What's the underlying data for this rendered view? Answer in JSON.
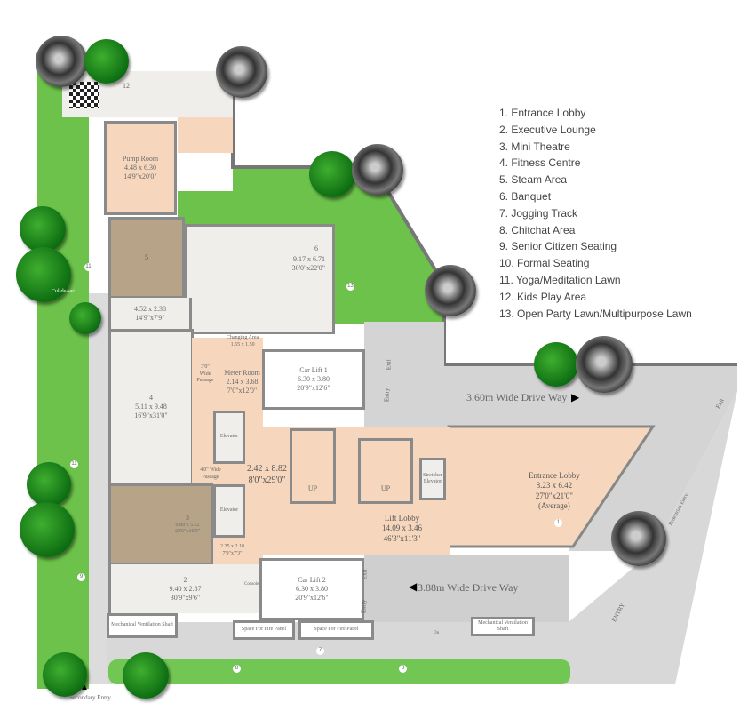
{
  "legend": [
    "1.  Entrance Lobby",
    "2.  Executive Lounge",
    "3.  Mini Theatre",
    "4.  Fitness Centre",
    "5.  Steam Area",
    "6.  Banquet",
    "7.  Jogging Track",
    "8.  Chitchat Area",
    "9.  Senior Citizen Seating",
    "10. Formal Seating",
    "11. Yoga/Meditation Lawn",
    "12. Kids Play Area",
    "13. Open Party Lawn/Multipurpose Lawn"
  ],
  "rooms": {
    "pump_room": {
      "name": "Pump Room",
      "metric": "4.48 x 6.30",
      "imperial": "14'9\"x20'0\""
    },
    "banquet": {
      "num": "6",
      "metric": "9.17 x 6.71",
      "imperial": "30'0\"x22'0\""
    },
    "steam": {
      "num": "5"
    },
    "passage_area": {
      "metric": "4.52 x 2.38",
      "imperial": "14'9\"x7'9\""
    },
    "fitness": {
      "num": "4",
      "metric": "5.11 x 9.48",
      "imperial": "16'9\"x31'0\""
    },
    "changing": {
      "name": "Changing Area",
      "metric": "1.55 x 1.50"
    },
    "meter_room": {
      "name": "Meter Room",
      "metric": "2.14 x 3.68",
      "imperial": "7'0\"x12'0\""
    },
    "car_lift_1": {
      "name": "Car Lift 1",
      "metric": "6.30 x 3.80",
      "imperial": "20'9\"x12'6\""
    },
    "passage": {
      "metric": "2.42 x 8.82",
      "imperial": "8'0\"x29'0\"",
      "wide_passage_1": "4'0\" Wide Passage",
      "wide_passage_2": "3'0\" Wide Passage"
    },
    "elevator": "Elevator",
    "stretcher": "Stretcher Elevator",
    "up": "UP",
    "lift_lobby": {
      "name": "Lift Lobby",
      "metric": "14.09 x 3.46",
      "imperial": "46'3\"x11'3\""
    },
    "entrance_lobby": {
      "name": "Entrance Lobby",
      "metric": "8.23 x 6.42",
      "imperial": "27'0\"x21'0\"",
      "note": "(Average)",
      "num": "1"
    },
    "mini_theatre": {
      "num": "3",
      "metric": "6.89 x 5.12",
      "imperial": "22'6\"x16'9\""
    },
    "small_room": {
      "metric": "2.35 x 2.18",
      "imperial": "7'9\"x7'3\""
    },
    "exec_lounge": {
      "num": "2",
      "metric": "9.40 x 2.87",
      "imperial": "30'9\"x9'6\""
    },
    "car_lift_2": {
      "name": "Car Lift 2",
      "metric": "6.30 x 3.80",
      "imperial": "20'9\"x12'6\""
    },
    "mech_shaft": "Mechanical Ventilation Shaft",
    "fire_panel": "Space For Fire Panel",
    "kids_play": "12",
    "lawn": "13",
    "yoga": "11",
    "seating": "9",
    "jogging": "7",
    "chitchat": "8",
    "cul_de_sac": "Cul-de-sac",
    "console": "Console",
    "dn": "Dn"
  },
  "drive_way_1": "3.60m Wide Drive Way",
  "drive_way_2": "3.88m Wide Drive Way",
  "exit": "Exit",
  "entry": "Entry",
  "entry_caps": "ENTRY",
  "pedestrian_entry": "Pedestrian Entry",
  "secondary_entry": "Secondary Entry",
  "colors": {
    "lawn": "#6cc24a",
    "peach": "#f6d7bd",
    "tan": "#b7a488",
    "drive": "#d4d4d4",
    "wall": "#8a8a8a"
  }
}
